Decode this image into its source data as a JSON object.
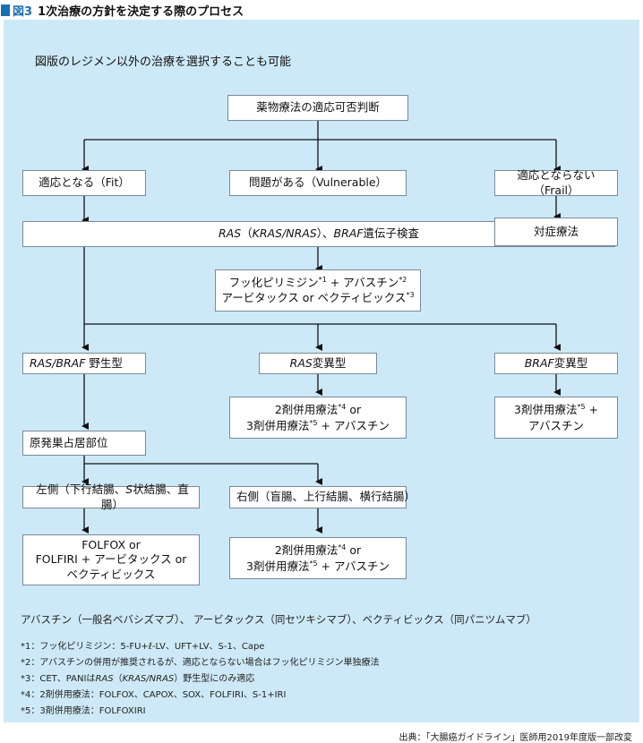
{
  "header": {
    "fig_label": "図3",
    "title": "1次治療の方針を決定する際のプロセス"
  },
  "note": "図版のレジメン以外の治療を選択することも可能",
  "boxes": {
    "top": "薬物療法の適応可否判断",
    "fit": "適応となる（Fit）",
    "vulnerable": "問題がある（Vulnerable）",
    "frail": "適応とならない（Frail）",
    "symptomatic": "対症療法",
    "gene_test": {
      "ras": "RAS",
      "open": "（",
      "kras_nras": "KRAS/NRAS",
      "close": "）、",
      "braf": "BRAF",
      "tail": "遺伝子検査"
    },
    "fu_combo": {
      "p1": "フッ化ピリミジン",
      "s1": "*1",
      "p2": " + アバスチン",
      "s2": "*2",
      "p3": "アービタックス or ベクティビックス",
      "s3": "*3"
    },
    "wild": {
      "it": "RAS/BRAF",
      "rest": " 野生型"
    },
    "ras_mut": {
      "it": "RAS",
      "rest": "変異型"
    },
    "braf_mut": {
      "it": "BRAF",
      "rest": "変異型"
    },
    "ras_regimen": {
      "l1a": "2剤併用療法",
      "s4": "*4",
      "l1b": " or",
      "l2a": "3剤併用療法",
      "s5": "*5",
      "l2b": " + アバスチン"
    },
    "braf_regimen": {
      "l1a": "3剤併用療法",
      "s5": "*5",
      "l1b": " +",
      "l2": "アバスチン"
    },
    "primary_site": "原発巣占居部位",
    "left_side": {
      "a": "左側（下行結腸、",
      "it": "S",
      "b": "状結腸、直腸）"
    },
    "right_side": "右側（盲腸、上行結腸、横行結腸）",
    "left_regimen": "FOLFOX or\nFOLFIRI + アービタックス or\nベクティビックス",
    "right_regimen": {
      "l1a": "2剤併用療法",
      "s4": "*4",
      "l1b": " or",
      "l2a": "3剤併用療法",
      "s5": "*5",
      "l2b": " + アバスチン"
    }
  },
  "legend": "アバスチン（一般名ベバシズマブ）、 アービタックス（同セツキシマブ）、ベクティビックス（同パニツムマブ）",
  "footnotes": {
    "f1": "*1：フッ化ピリミジン：5-FU+ℓ-LV、UFT+LV、S-1、Cape",
    "f2": "*2：アバスチンの併用が推奨されるが、適応とならない場合はフッ化ピリミジン単独療法",
    "f3": {
      "a": "*3：CET、PANIは",
      "it1": "RAS",
      "b": "（",
      "it2": "KRAS/NRAS",
      "c": "）野生型にのみ適応"
    },
    "f4": "*4：2剤併用療法：FOLFOX、CAPOX、SOX、FOLFIRI、S-1+IRI",
    "f5": "*5：3剤併用療法：FOLFOXIRI"
  },
  "source": "出典：「大腸癌ガイドライン」医師用2019年度版一部改変",
  "colors": {
    "panel": "#cde9f7",
    "accent": "#1a6fb0",
    "line": "#111111"
  }
}
